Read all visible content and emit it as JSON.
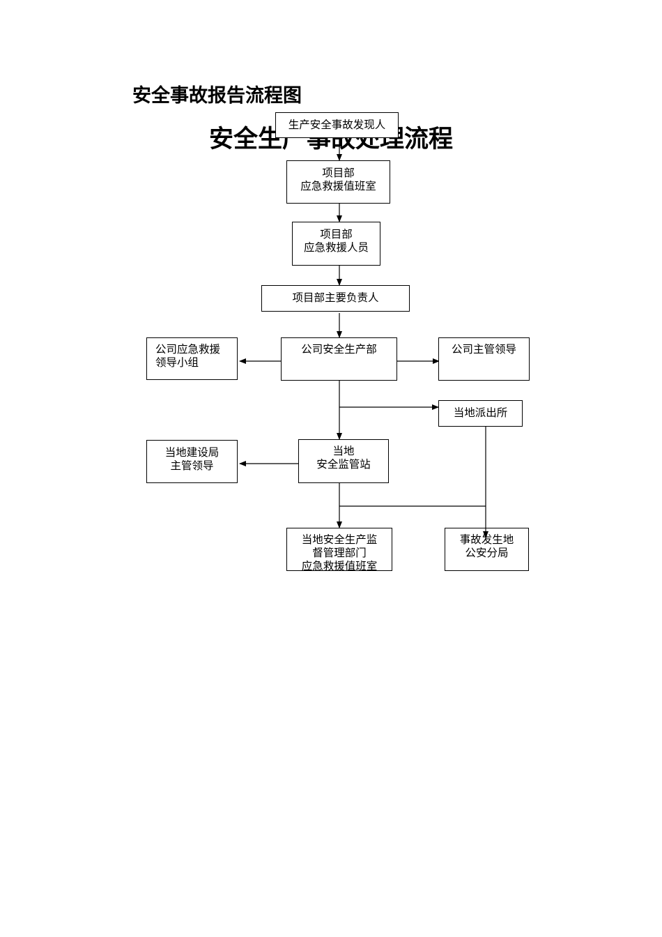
{
  "document": {
    "title": "安全事故报告流程图"
  },
  "diagram": {
    "title": "安全生产事故处理流程",
    "nodes": {
      "discoverer": [
        "生产安全事故发现人"
      ],
      "project_duty_room": [
        "项目部",
        "应急救援值班室"
      ],
      "project_rescue_staff": [
        "项目部",
        "应急救援人员"
      ],
      "project_head": [
        "项目部主要负责人"
      ],
      "company_rescue_group": [
        "公司应急救援",
        "领导小组"
      ],
      "company_safety_dept": [
        "公司安全生产部"
      ],
      "company_leader": [
        "公司主管领导"
      ],
      "local_police_station": [
        "当地派出所"
      ],
      "local_construction_bureau": [
        "当地建设局",
        "主管领导"
      ],
      "local_safety_station": [
        "当地",
        "安全监管站"
      ],
      "local_supervision_duty_room": [
        "当地安全生产监",
        "督管理部门",
        "应急救援值班室"
      ],
      "police_sub_bureau": [
        "事故发生地",
        "公安分局"
      ]
    }
  }
}
